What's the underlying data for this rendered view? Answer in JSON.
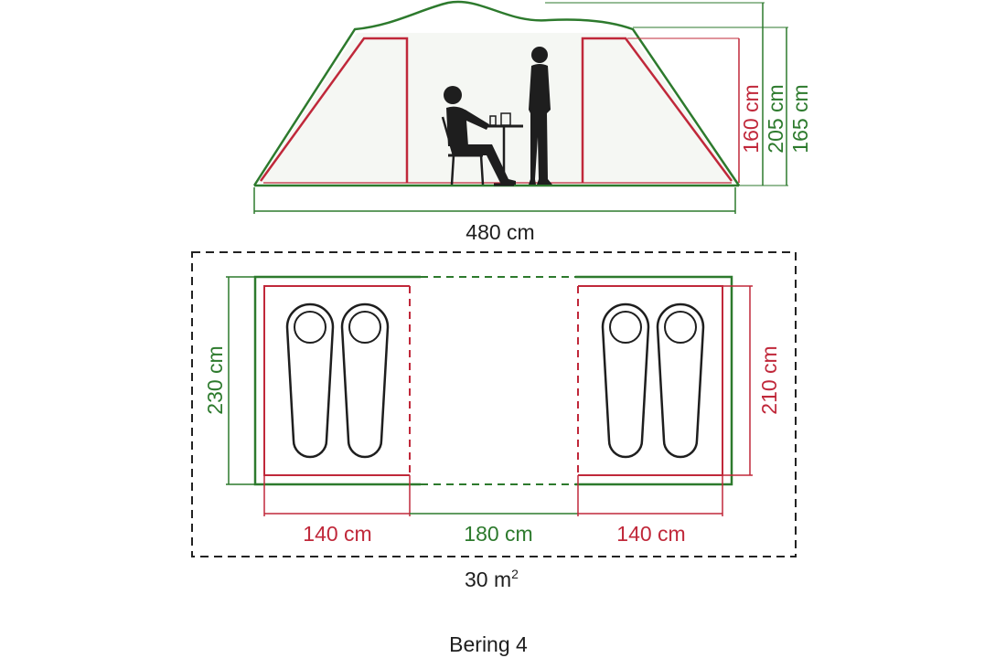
{
  "side_view": {
    "width_label": "480 cm",
    "height_inner_label": "160 cm",
    "height_peak_label": "205 cm",
    "height_side_label": "165 cm"
  },
  "floor_plan": {
    "depth_outer_label": "230 cm",
    "depth_inner_label": "210 cm",
    "bedroom_left_label": "140 cm",
    "living_label": "180 cm",
    "bedroom_right_label": "140 cm",
    "area_label": "30 m",
    "area_unit_sup": "2",
    "sleeping_bag_count": 4
  },
  "caption": "Bering 4",
  "colors": {
    "green": "#2d7a2d",
    "red": "#c0283a",
    "dark": "#1e1e1e",
    "dashed": "#222222"
  }
}
